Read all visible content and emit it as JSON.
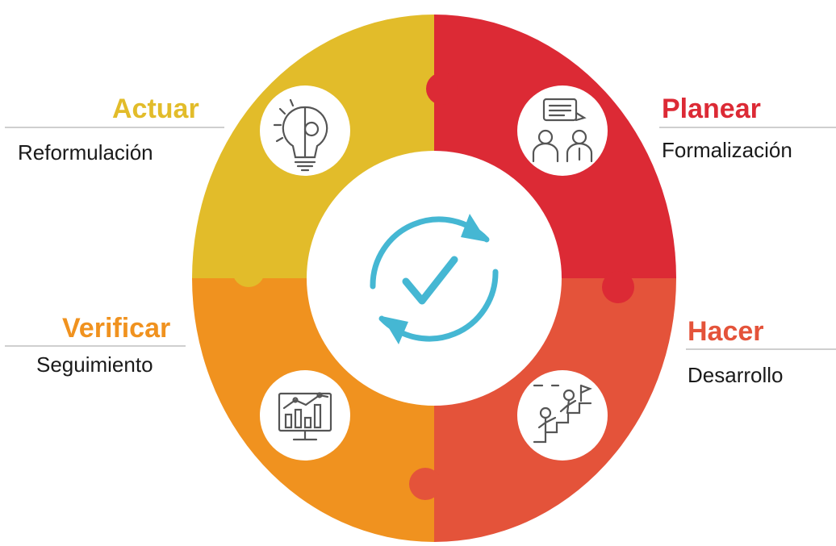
{
  "colors": {
    "actuar": "#E2BC2A",
    "planear": "#DC2A35",
    "hacer": "#E4533A",
    "verificar": "#F0921F",
    "cycle_icon": "#45B7D3",
    "icon_line": "#555555",
    "rule": "#cfcfcf"
  },
  "center": {
    "icon": "refresh-check-icon"
  },
  "phases": [
    {
      "key": "actuar",
      "title": "Actuar",
      "subtitle": "Reformulación",
      "icon": "lightbulb-gear-icon"
    },
    {
      "key": "planear",
      "title": "Planear",
      "subtitle": "Formalización",
      "icon": "meeting-people-icon"
    },
    {
      "key": "hacer",
      "title": "Hacer",
      "subtitle": "Desarrollo",
      "icon": "climbing-stairs-icon"
    },
    {
      "key": "verificar",
      "title": "Verificar",
      "subtitle": "Seguimiento",
      "icon": "monitor-chart-icon"
    }
  ]
}
